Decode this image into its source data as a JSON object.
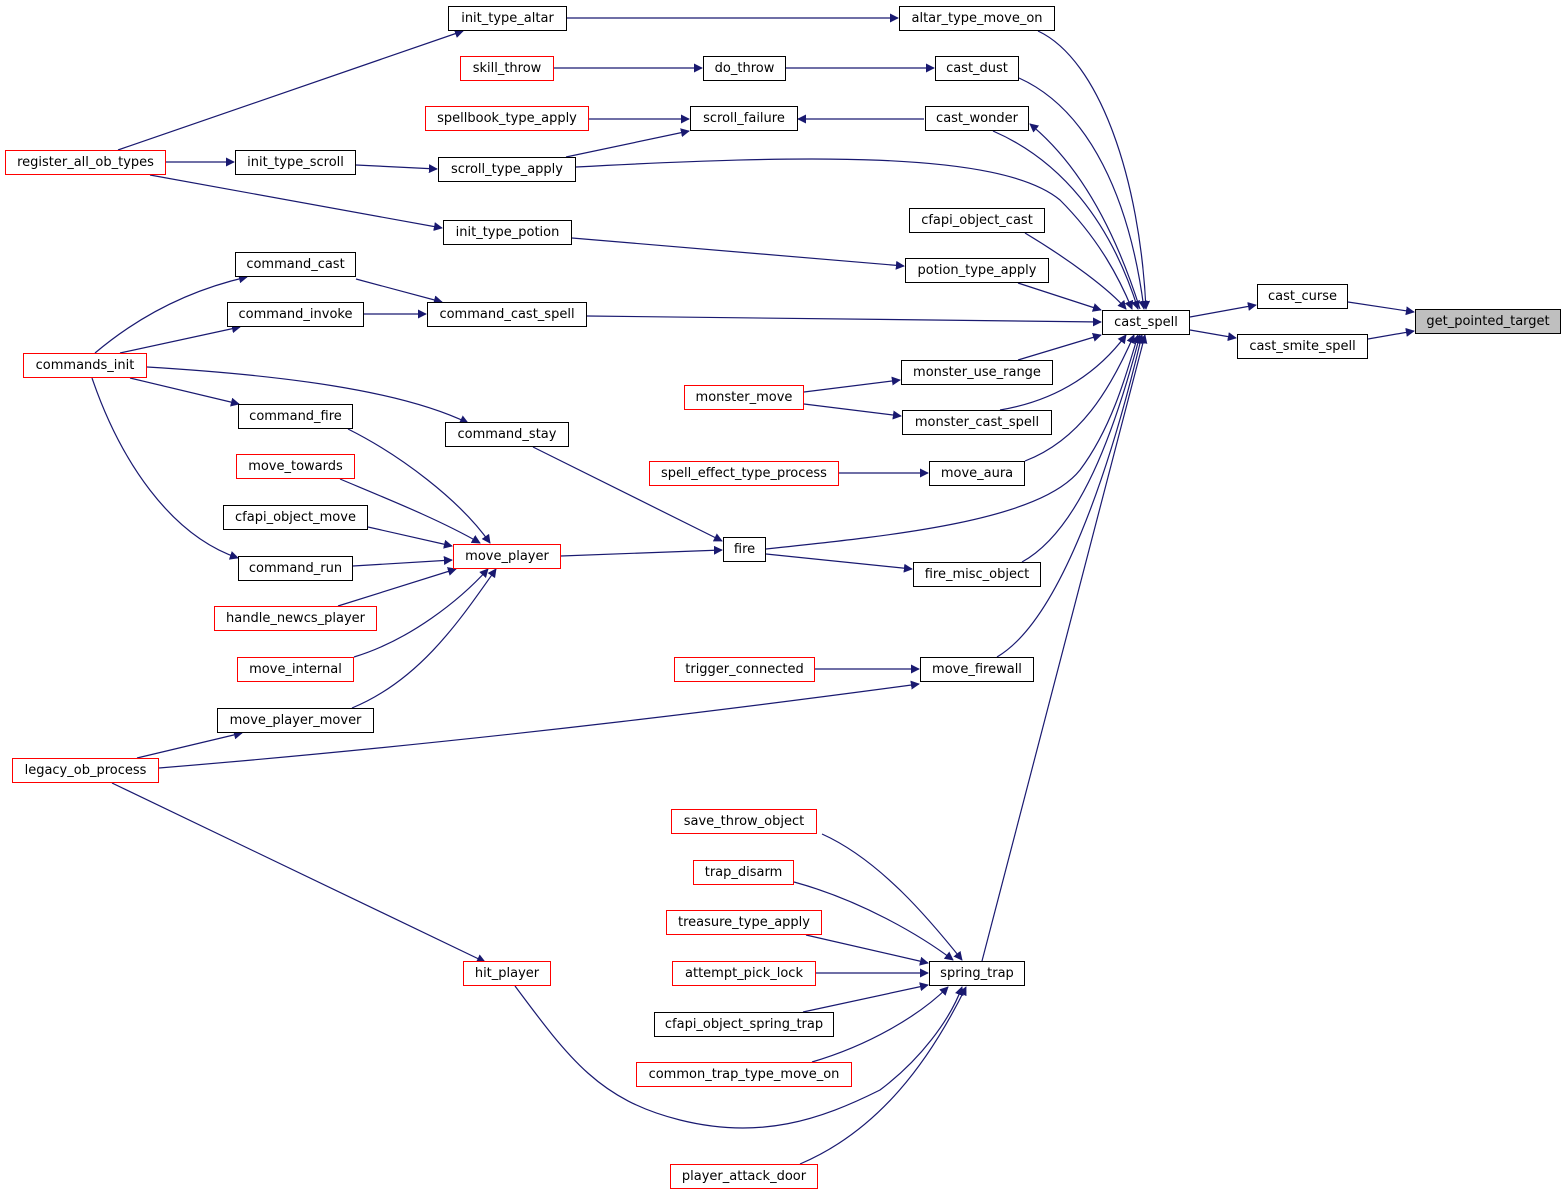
{
  "graph": {
    "edge_color": "#191970",
    "node_border": "#000000",
    "external_node_border": "#ff0000",
    "root_fill": "#bfbfbf",
    "nodes": {
      "get_pointed_target": "get_pointed_target",
      "cast_curse": "cast_curse",
      "cast_smite_spell": "cast_smite_spell",
      "cast_spell": "cast_spell",
      "altar_type_move_on": "altar_type_move_on",
      "cast_dust": "cast_dust",
      "cast_wonder": "cast_wonder",
      "cfapi_object_cast": "cfapi_object_cast",
      "potion_type_apply": "potion_type_apply",
      "monster_use_range": "monster_use_range",
      "monster_cast_spell": "monster_cast_spell",
      "move_aura": "move_aura",
      "fire_misc_object": "fire_misc_object",
      "move_firewall": "move_firewall",
      "spring_trap": "spring_trap",
      "init_type_altar": "init_type_altar",
      "do_throw": "do_throw",
      "scroll_failure": "scroll_failure",
      "scroll_type_apply": "scroll_type_apply",
      "init_type_potion": "init_type_potion",
      "command_cast_spell": "command_cast_spell",
      "command_stay": "command_stay",
      "fire": "fire",
      "monster_move": "monster_move",
      "spell_effect_type_process": "spell_effect_type_process",
      "trigger_connected": "trigger_connected",
      "skill_throw": "skill_throw",
      "spellbook_type_apply": "spellbook_type_apply",
      "register_all_ob_types": "register_all_ob_types",
      "init_type_scroll": "init_type_scroll",
      "command_cast": "command_cast",
      "command_invoke": "command_invoke",
      "commands_init": "commands_init",
      "command_fire": "command_fire",
      "move_towards": "move_towards",
      "cfapi_object_move": "cfapi_object_move",
      "command_run": "command_run",
      "move_player": "move_player",
      "handle_newcs_player": "handle_newcs_player",
      "move_internal": "move_internal",
      "move_player_mover": "move_player_mover",
      "legacy_ob_process": "legacy_ob_process",
      "hit_player": "hit_player",
      "save_throw_object": "save_throw_object",
      "trap_disarm": "trap_disarm",
      "treasure_type_apply": "treasure_type_apply",
      "attempt_pick_lock": "attempt_pick_lock",
      "cfapi_object_spring_trap": "cfapi_object_spring_trap",
      "common_trap_type_move_on": "common_trap_type_move_on",
      "player_attack_door": "player_attack_door"
    }
  }
}
